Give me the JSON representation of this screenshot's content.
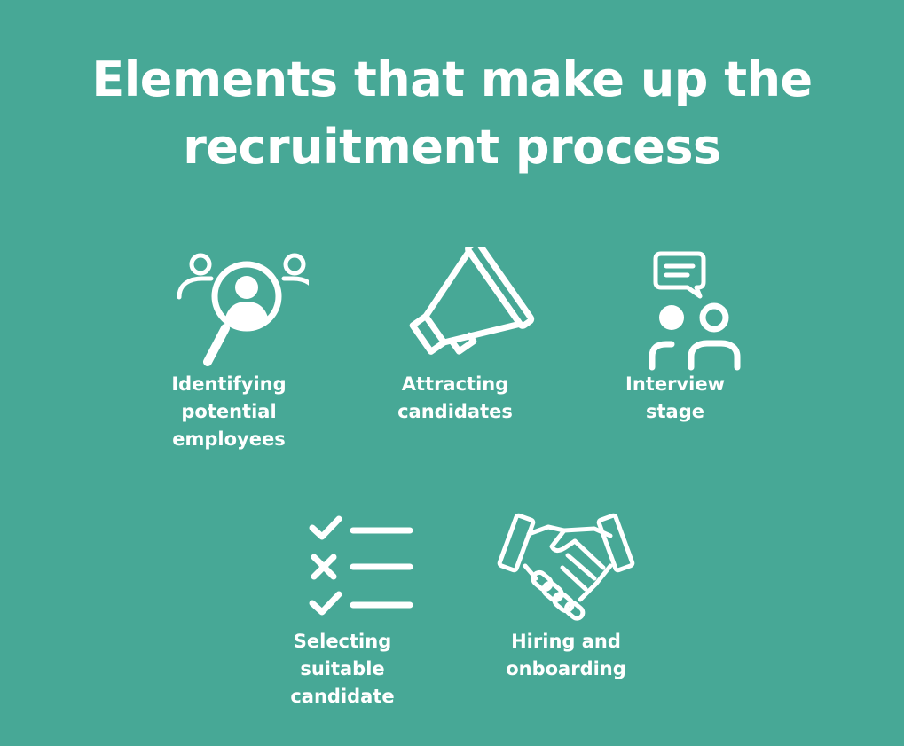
{
  "title": {
    "line1": "Elements that make up the",
    "line2": "recruitment process"
  },
  "colors": {
    "background": "#47a896",
    "foreground": "#ffffff"
  },
  "elements": [
    {
      "icon": "magnifier-people-icon",
      "label_lines": [
        "Identifying",
        "potential",
        "employees"
      ]
    },
    {
      "icon": "megaphone-icon",
      "label_lines": [
        "Attracting",
        "candidates"
      ]
    },
    {
      "icon": "interview-people-speech-bubble-icon",
      "label_lines": [
        "Interview",
        "stage"
      ]
    },
    {
      "icon": "checklist-icon",
      "label_lines": [
        "Selecting",
        "suitable",
        "candidate"
      ]
    },
    {
      "icon": "handshake-icon",
      "label_lines": [
        "Hiring and",
        "onboarding"
      ]
    }
  ]
}
